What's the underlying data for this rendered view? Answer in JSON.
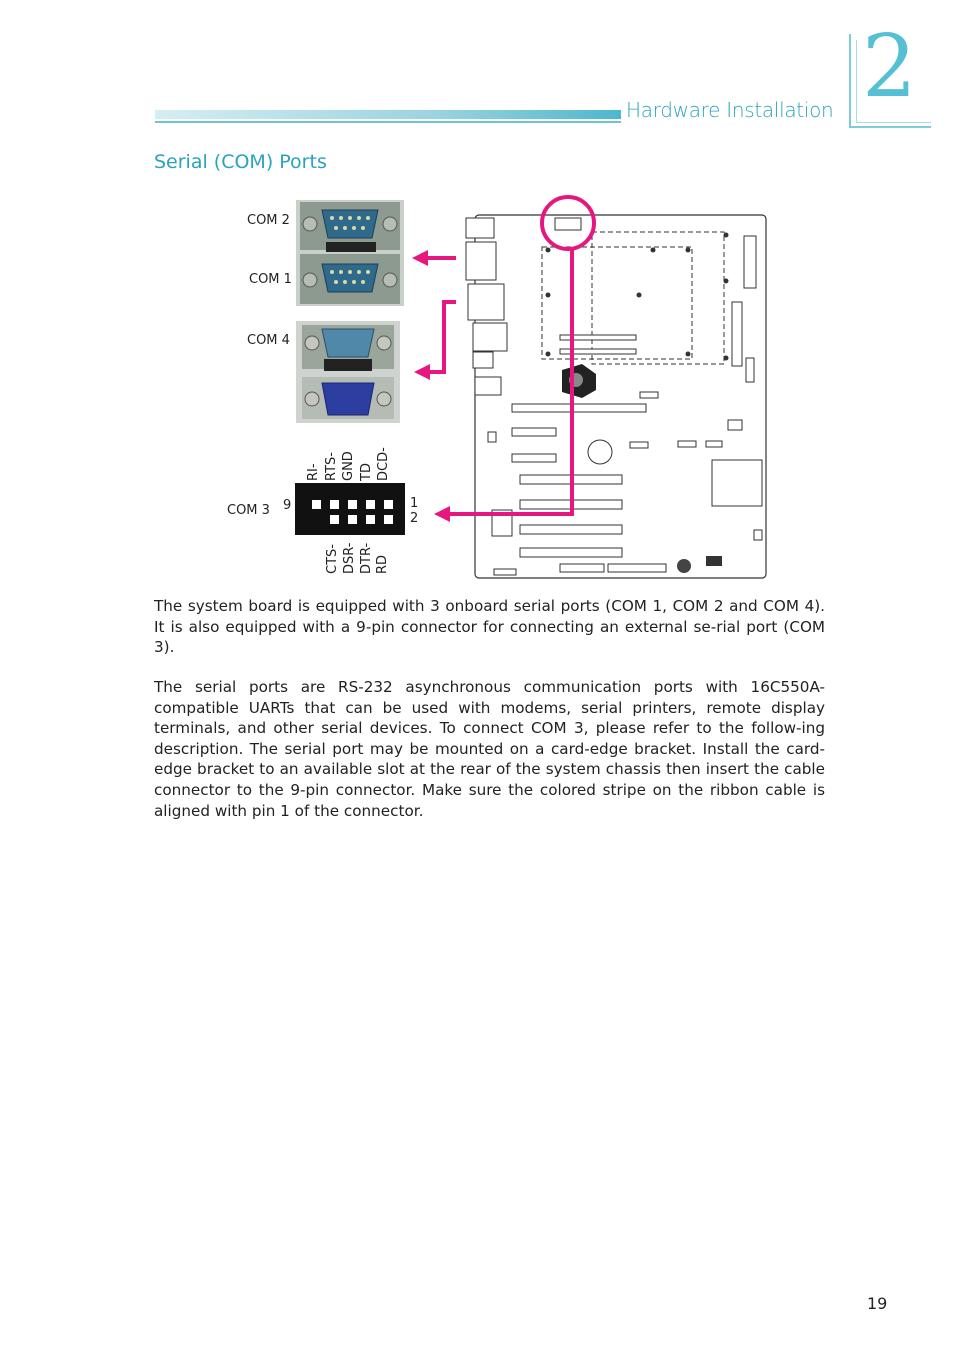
{
  "header": {
    "section_label": "Hardware Installation",
    "chapter_number": "2"
  },
  "section_title": "Serial (COM) Ports",
  "figure": {
    "port_labels": {
      "com2": "COM 2",
      "com1": "COM 1",
      "com4": "COM 4",
      "com3": "COM 3"
    },
    "pin_numbers": {
      "pin9": "9",
      "pin1": "1",
      "pin2": "2"
    },
    "top_pins": [
      "RI-",
      "RTS-",
      "GND",
      "TD",
      "DCD-"
    ],
    "bottom_pins": [
      "CTS-",
      "DSR-",
      "DTR-",
      "RD"
    ],
    "colors": {
      "accent": "#e6177f",
      "heading": "#2aa3bd"
    }
  },
  "paragraphs": [
    "The system board is equipped with 3 onboard serial ports (COM 1, COM 2 and COM 4). It is also equipped with a 9-pin connector for connecting an external se-rial port (COM 3).",
    "The serial ports are RS-232 asynchronous communication ports with 16C550A-compatible UARTs that can be used with modems, serial printers, remote display terminals, and other serial devices. To connect COM 3, please refer to the follow-ing description. The serial port may be mounted on a card-edge bracket. Install the card-edge bracket to an available slot at the rear of the system chassis then insert the cable connector to the 9-pin connector. Make sure the colored stripe on the ribbon cable is aligned with pin 1 of the connector."
  ],
  "page_number": "19"
}
